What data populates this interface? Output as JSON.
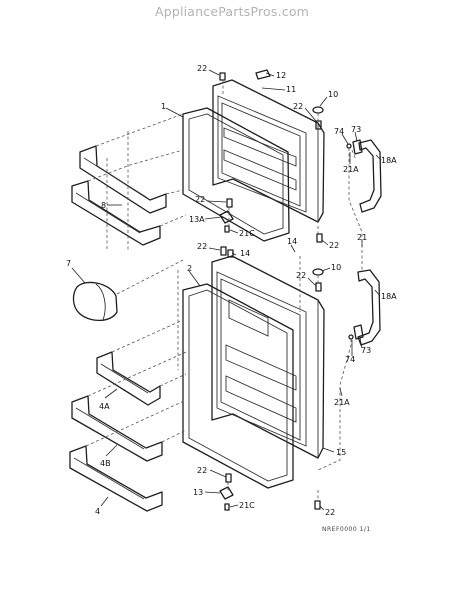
{
  "watermark": "AppliancePartsPros.com",
  "callouts": {
    "c22_top": "22",
    "c12": "12",
    "c11": "11",
    "c1": "1",
    "c10_top": "10",
    "c22_a": "22",
    "c74_top": "74",
    "c73_top": "73",
    "c21A_top": "21A",
    "c18A_top": "18A",
    "c8": "8",
    "c22_b": "22",
    "c13A": "13A",
    "c21C_top": "21C",
    "c22_c": "22",
    "c14_a": "14",
    "c14_b": "14",
    "c22_d": "22",
    "c21": "21",
    "c7": "7",
    "c2": "2",
    "c22_e": "22",
    "c10_bot": "10",
    "c18A_bot": "18A",
    "c74_bot": "74",
    "c73_bot": "73",
    "c4A": "4A",
    "c21A_bot": "21A",
    "c4B": "4B",
    "c15": "15",
    "c22_f": "22",
    "c13": "13",
    "c4": "4",
    "c21C_bot": "21C",
    "c22_g": "22"
  },
  "reference_code": "NREF0000 1/1"
}
